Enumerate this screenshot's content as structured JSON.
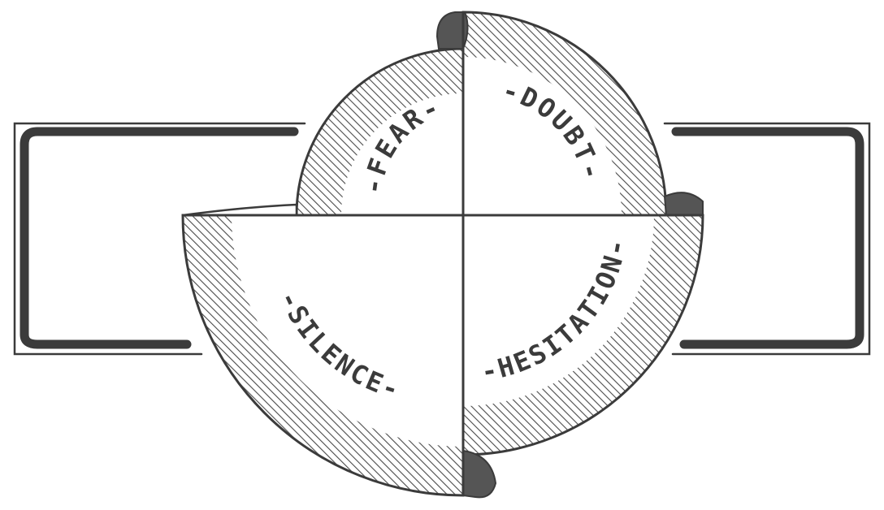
{
  "diagram": {
    "quadrants": [
      {
        "id": "fear",
        "label": "-FEAR-"
      },
      {
        "id": "doubt",
        "label": "-DOUBT-"
      },
      {
        "id": "silence",
        "label": "-SILENCE-"
      },
      {
        "id": "hesitation",
        "label": "-HESITATION-"
      }
    ],
    "colors": {
      "ink": "#3b3b3b",
      "fill": "#ffffff",
      "shadow": "#555555",
      "hatch": "#4a4a4a"
    }
  }
}
